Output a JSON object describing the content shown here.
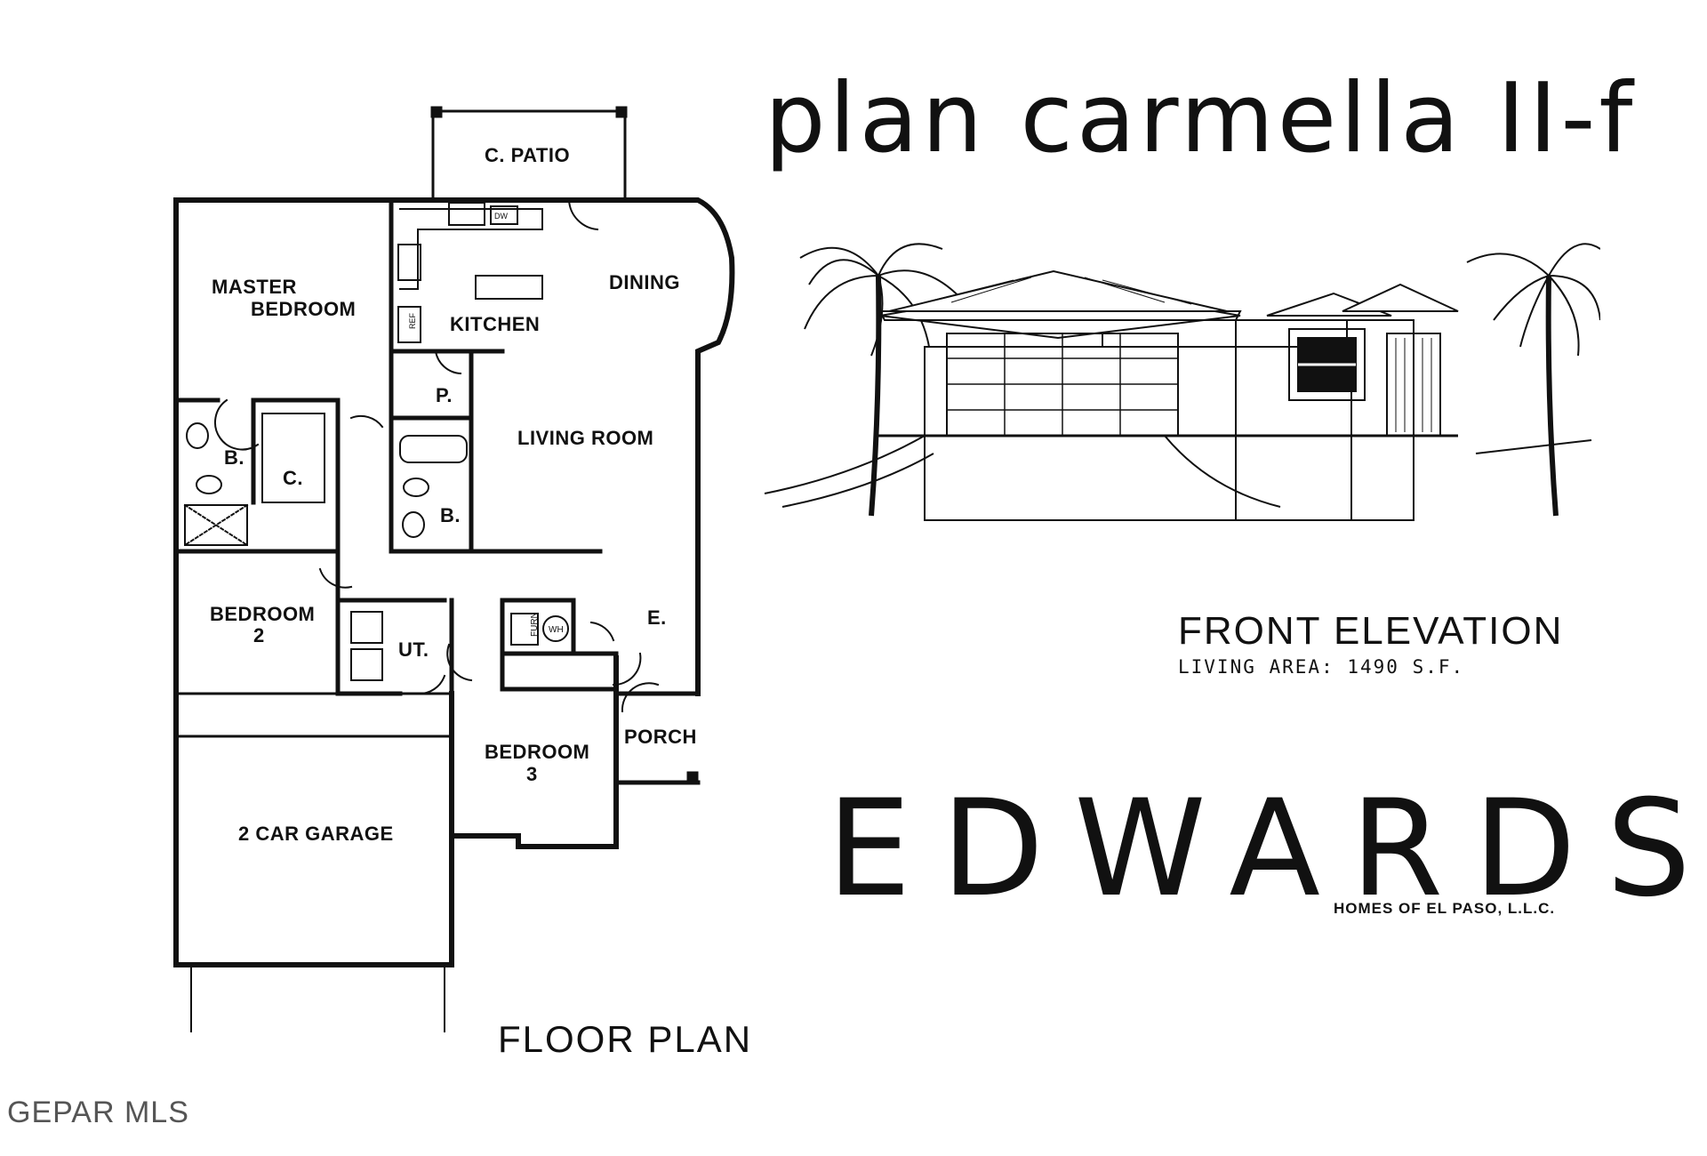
{
  "header": {
    "plan_title": "plan carmella II-f"
  },
  "floor_plan": {
    "title": "FLOOR PLAN",
    "rooms": {
      "patio": "C. PATIO",
      "master": [
        "MASTER",
        "BEDROOM"
      ],
      "dining": "DINING",
      "kitchen": "KITCHEN",
      "pantry": "P.",
      "bath1": "B.",
      "closet": "C.",
      "living": "LIVING ROOM",
      "bath2": "B.",
      "bedroom2": [
        "BEDROOM",
        "2"
      ],
      "utility": "UT.",
      "entry": "E.",
      "porch": "PORCH",
      "bedroom3": [
        "BEDROOM",
        "3"
      ],
      "garage": "2 CAR GARAGE",
      "furnace": "FURN",
      "water_heater": "WH",
      "dishwasher": "DW",
      "refrigerator": "REF"
    }
  },
  "elevation": {
    "title": "FRONT ELEVATION",
    "living_area": "LIVING AREA:  1490 S.F."
  },
  "brand": {
    "name": "EDWARDS",
    "tagline": "HOMES OF EL PASO, L.L.C."
  },
  "watermark": "GEPAR MLS",
  "colors": {
    "ink": "#111111",
    "background": "#ffffff",
    "watermark": "#555555"
  }
}
